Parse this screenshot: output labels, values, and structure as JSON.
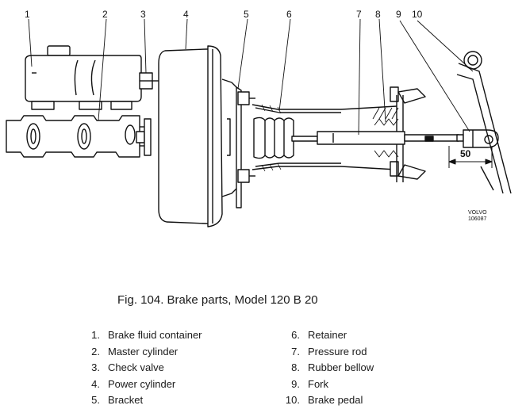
{
  "figure": {
    "callouts": [
      "1",
      "2",
      "3",
      "4",
      "5",
      "6",
      "7",
      "8",
      "9",
      "10"
    ],
    "dimension": "50",
    "stamp": [
      "VOLVO",
      "106087"
    ]
  },
  "caption": "Fig. 104.  Brake parts, Model 120 B 20",
  "legend": [
    {
      "num": "1.",
      "label": "Brake fluid container"
    },
    {
      "num": "2.",
      "label": "Master cylinder"
    },
    {
      "num": "3.",
      "label": "Check valve"
    },
    {
      "num": "4.",
      "label": "Power cylinder"
    },
    {
      "num": "5.",
      "label": "Bracket"
    },
    {
      "num": "6.",
      "label": "Retainer"
    },
    {
      "num": "7.",
      "label": "Pressure rod"
    },
    {
      "num": "8.",
      "label": "Rubber bellow"
    },
    {
      "num": "9.",
      "label": "Fork"
    },
    {
      "num": "10.",
      "label": "Brake pedal"
    }
  ]
}
